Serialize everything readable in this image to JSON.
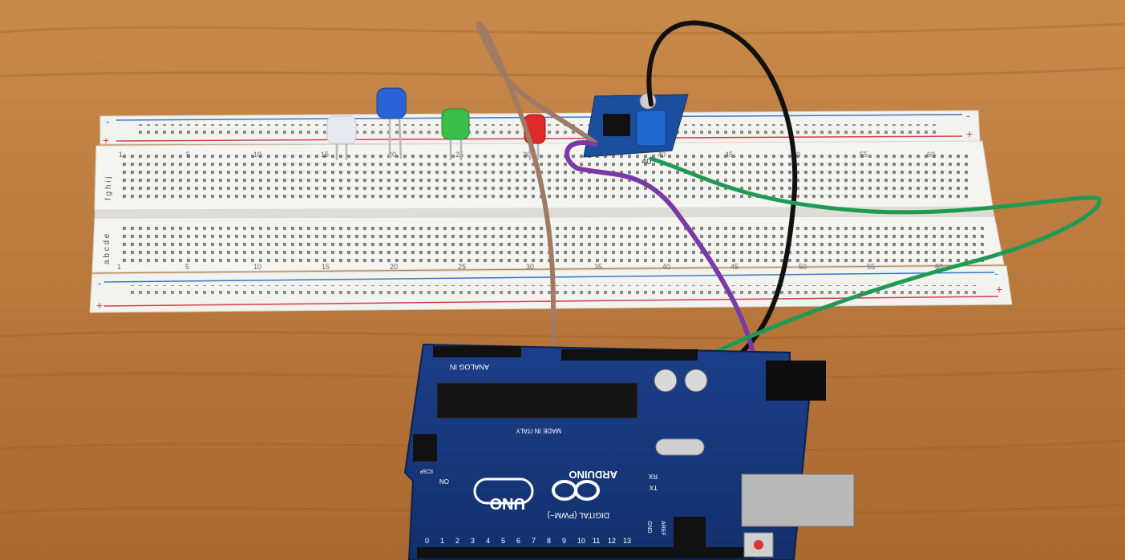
{
  "breadboard": {
    "rail_plus": "+",
    "rail_minus": "-",
    "row_letters_top": "f g h i j",
    "row_letters_bottom": "a b c d e",
    "column_numbers": [
      "1",
      "5",
      "10",
      "15",
      "20",
      "25",
      "30",
      "35",
      "40",
      "45",
      "50",
      "55",
      "60"
    ]
  },
  "leds": [
    {
      "color": "#e6e9ee",
      "name": "white"
    },
    {
      "color": "#2a63d6",
      "name": "blue"
    },
    {
      "color": "#3bbf4a",
      "name": "green"
    },
    {
      "color": "#e02a2a",
      "name": "red"
    }
  ],
  "wires": [
    {
      "name": "brown",
      "color": "#a07a63"
    },
    {
      "name": "black",
      "color": "#111111"
    },
    {
      "name": "purple",
      "color": "#7a3aa6"
    },
    {
      "name": "green",
      "color": "#1f9a55"
    }
  ],
  "arduino": {
    "brand": "ARDUINO",
    "model": "UNO",
    "made_in": "MADE IN ITALY",
    "analog_in": "ANALOG IN",
    "digital": "DIGITAL (PWM~)",
    "on": "ON",
    "tx": "TX",
    "rx": "RX",
    "icsp": "ICSP",
    "aref": "AREF",
    "gnd": "GND",
    "pin_labels": [
      "0",
      "1",
      "2",
      "3",
      "4",
      "5",
      "6",
      "7",
      "8",
      "9",
      "10",
      "11",
      "12",
      "13"
    ]
  }
}
